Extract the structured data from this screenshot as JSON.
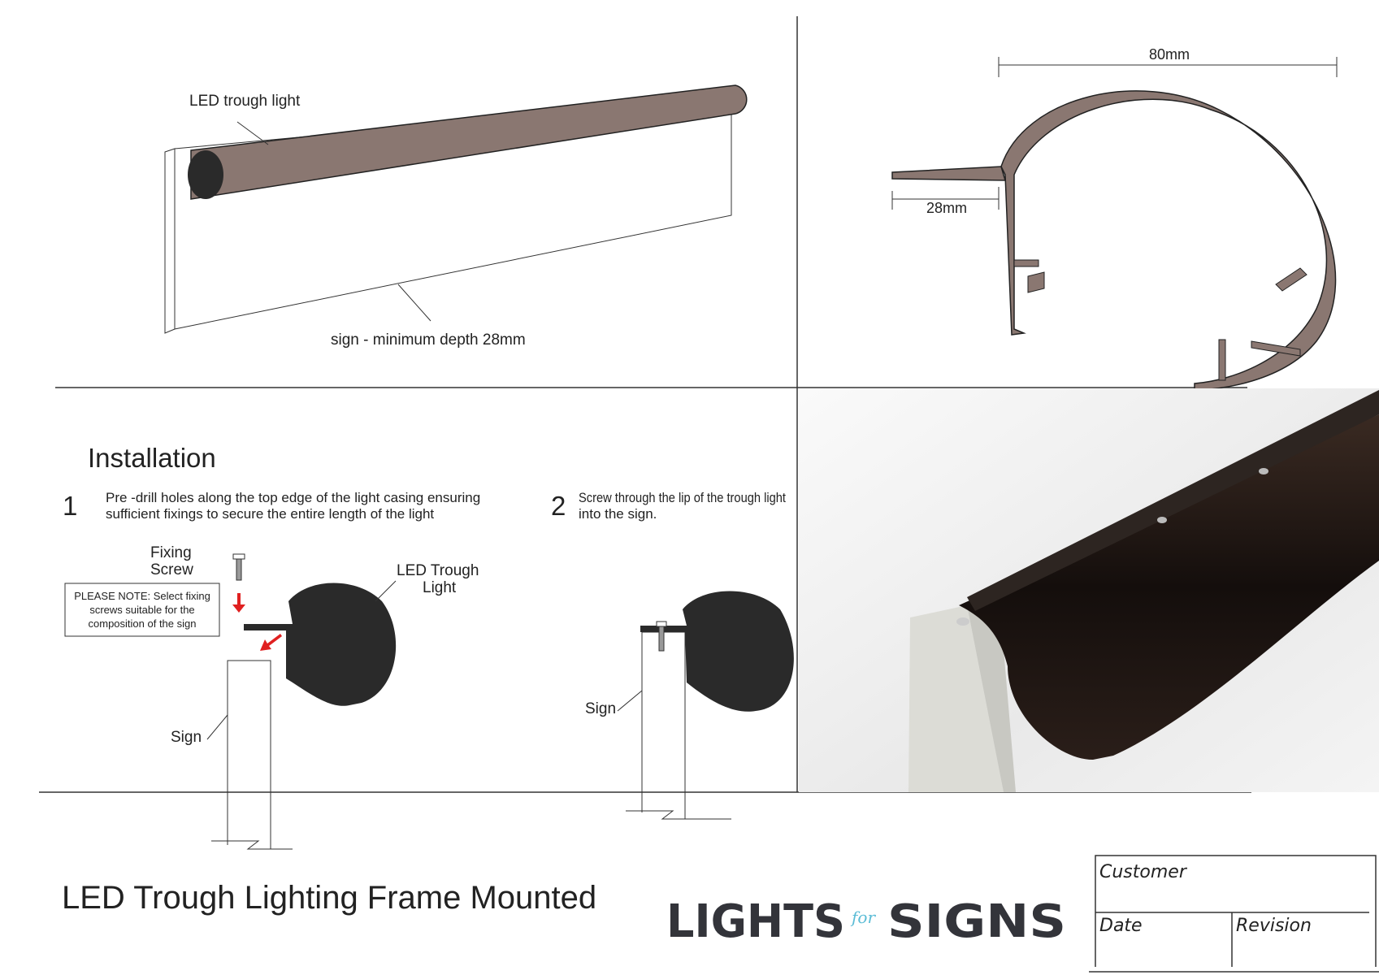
{
  "drawing": {
    "top_left": {
      "light_label": "LED trough light",
      "sign_label": "sign - minimum depth  28mm"
    },
    "profile": {
      "width_dim": "80mm",
      "lip_dim": "28mm"
    },
    "installation": {
      "heading": "Installation",
      "step1": {
        "number": "1",
        "line1": "Pre -drill holes along the top edge of the light casing ensuring",
        "line2": "sufficient fixings to secure the entire length of the light"
      },
      "step2": {
        "number": "2",
        "line1": "Screw through the lip of the trough light",
        "line2": "into the sign."
      },
      "fixing_screw_line1": "Fixing",
      "fixing_screw_line2": "Screw",
      "note_line1": "PLEASE NOTE: Select fixing",
      "note_line2": "screws suitable for the",
      "note_line3": "composition of the sign",
      "trough_line1": "LED Trough",
      "trough_line2": "Light",
      "sign1": "Sign",
      "sign2": "Sign"
    }
  },
  "title_block": {
    "title": "LED Trough Lighting Frame Mounted",
    "logo": {
      "part1": "LIGHTS",
      "part2": "for",
      "part3": "SIGNS"
    },
    "customer_label": "Customer",
    "date_label": "Date",
    "revision_label": "Revision"
  },
  "colors": {
    "profile": "#8a7771",
    "trough": "#2a2a2a",
    "logo_dark": "#33343a",
    "logo_blue": "#5bbcd6",
    "arrow": "#e02020"
  }
}
